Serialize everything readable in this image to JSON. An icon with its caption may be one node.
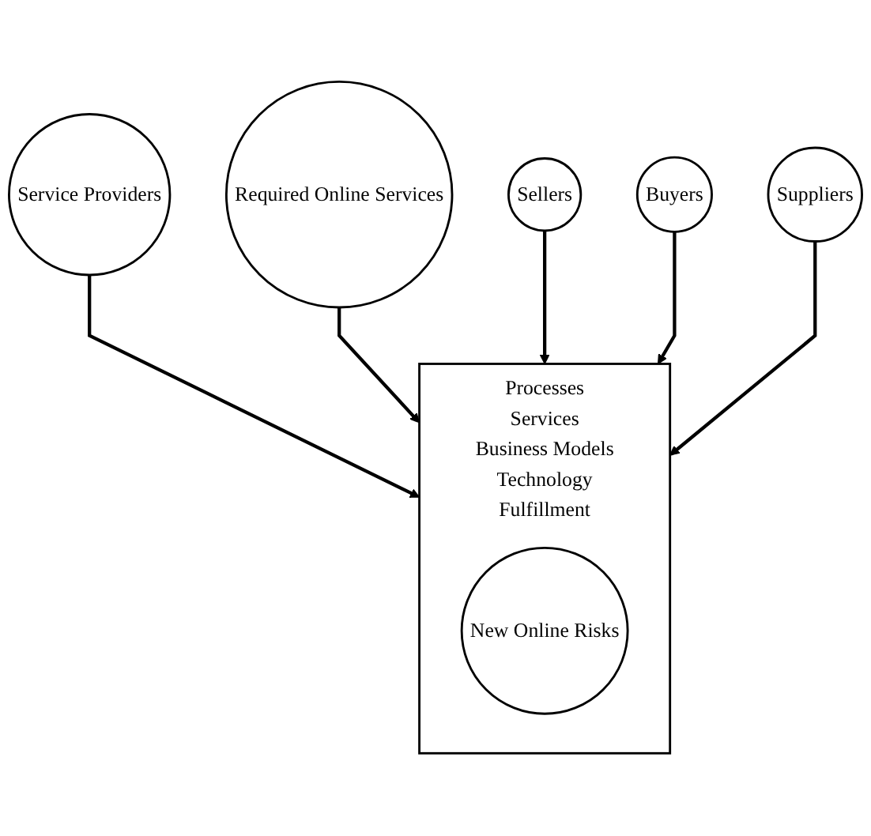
{
  "diagram": {
    "nodes": [
      {
        "text": [
          "Service Providers"
        ]
      },
      {
        "text": [
          "Required Online Services"
        ]
      },
      {
        "text": [
          "Processes",
          "Services",
          "Business Models",
          "Technology",
          "Fulfillment"
        ]
      },
      {
        "text": [
          "New Online Risks"
        ],
        "in": 2
      },
      {
        "text": [
          "Sellers"
        ]
      },
      {
        "text": [
          "Buyers"
        ]
      },
      {
        "text": [
          "Suppliers"
        ]
      }
    ],
    "edges": [
      {
        "from": 0,
        "to": 2,
        "arrow": "to"
      },
      {
        "from": 1,
        "to": 2,
        "arrow": "to"
      },
      {
        "from": 4,
        "to": 2,
        "arrow": "to"
      },
      {
        "from": 5,
        "to": 2,
        "arrow": "to"
      },
      {
        "from": 6,
        "to": 2,
        "arrow": "to"
      }
    ]
  }
}
